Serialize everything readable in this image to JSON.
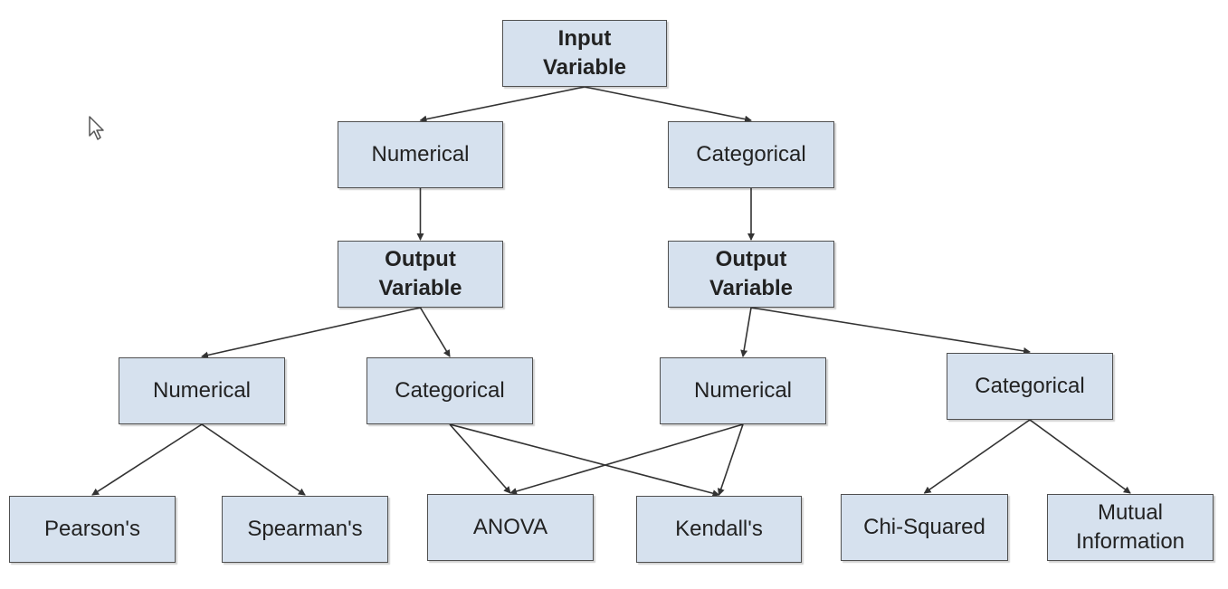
{
  "diagram": {
    "colors": {
      "node_fill": "#d6e1ee",
      "node_border": "#505050",
      "edge": "#333333"
    },
    "nodes": {
      "input_variable": "Input\nVariable",
      "input_numerical": "Numerical",
      "input_categorical": "Categorical",
      "output_variable_left": "Output\nVariable",
      "output_variable_right": "Output\nVariable",
      "out_left_numerical": "Numerical",
      "out_left_categorical": "Categorical",
      "out_right_numerical": "Numerical",
      "out_right_categorical": "Categorical",
      "pearsons": "Pearson's",
      "spearmans": "Spearman's",
      "anova": "ANOVA",
      "kendalls": "Kendall's",
      "chi_squared": "Chi-Squared",
      "mutual_information": "Mutual\nInformation"
    },
    "edges": [
      [
        "input_variable",
        "input_numerical"
      ],
      [
        "input_variable",
        "input_categorical"
      ],
      [
        "input_numerical",
        "output_variable_left"
      ],
      [
        "input_categorical",
        "output_variable_right"
      ],
      [
        "output_variable_left",
        "out_left_numerical"
      ],
      [
        "output_variable_left",
        "out_left_categorical"
      ],
      [
        "output_variable_right",
        "out_right_numerical"
      ],
      [
        "output_variable_right",
        "out_right_categorical"
      ],
      [
        "out_left_numerical",
        "pearsons"
      ],
      [
        "out_left_numerical",
        "spearmans"
      ],
      [
        "out_left_categorical",
        "anova"
      ],
      [
        "out_left_categorical",
        "kendalls"
      ],
      [
        "out_right_numerical",
        "anova"
      ],
      [
        "out_right_numerical",
        "kendalls"
      ],
      [
        "out_right_categorical",
        "chi_squared"
      ],
      [
        "out_right_categorical",
        "mutual_information"
      ]
    ]
  },
  "cursor": {
    "icon": "mouse-pointer-icon"
  }
}
